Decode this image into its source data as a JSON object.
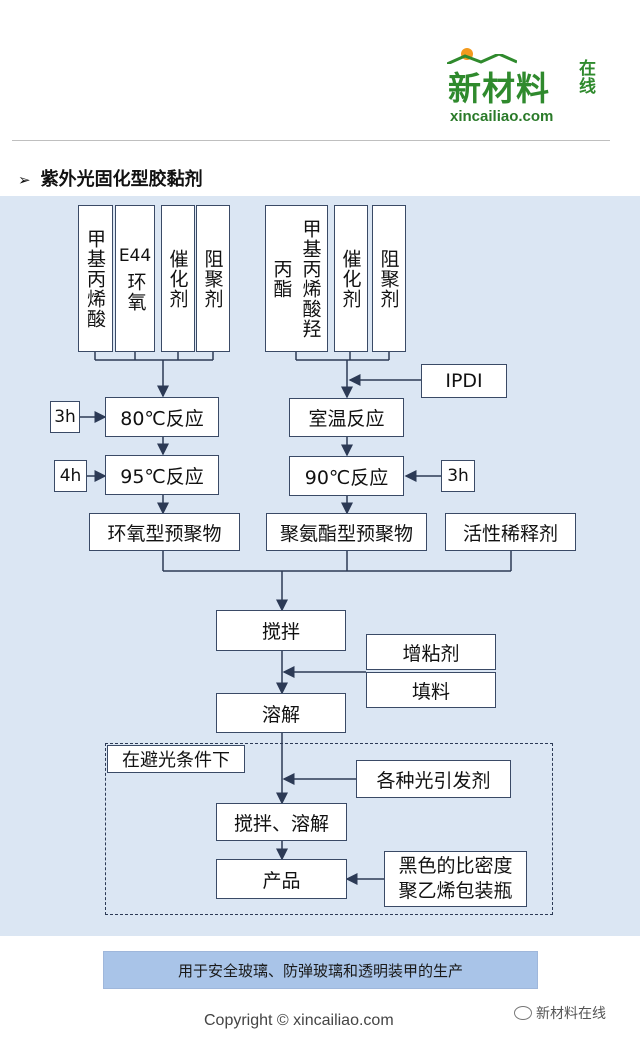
{
  "logo": {
    "main": "新材料",
    "side": "在线",
    "url": "xincailiao.com"
  },
  "title": "紫外光固化型胶黏剂",
  "left_inputs": [
    {
      "label": "甲基丙烯酸"
    },
    {
      "top": "E44",
      "label": "环氧"
    },
    {
      "label": "催化剂"
    },
    {
      "label": "阻聚剂"
    }
  ],
  "right_inputs": [
    {
      "col1": "甲基丙烯酸羟",
      "col2": "丙酯"
    },
    {
      "label": "催化剂"
    },
    {
      "label": "阻聚剂"
    }
  ],
  "ipdi": "IPDI",
  "left_chain": {
    "time1": "3h",
    "step1": "80℃反应",
    "time2": "4h",
    "step2": "95℃反应",
    "product": "环氧型预聚物"
  },
  "right_chain": {
    "step1": "室温反应",
    "step2": "90℃反应",
    "time": "3h",
    "product": "聚氨酯型预聚物"
  },
  "diluent": "活性稀释剂",
  "stir": "搅拌",
  "additives": [
    "增粘剂",
    "填料"
  ],
  "dissolve": "溶解",
  "note": "在避光条件下",
  "initiator": "各种光引发剂",
  "stir_dissolve": "搅拌、溶解",
  "product": "产品",
  "bottle": [
    "黑色的比密度",
    "聚乙烯包装瓶"
  ],
  "banner": "用于安全玻璃、防弹玻璃和透明装甲的生产",
  "copyright": "Copyright © xincailiao.com",
  "wechat": "新材料在线"
}
